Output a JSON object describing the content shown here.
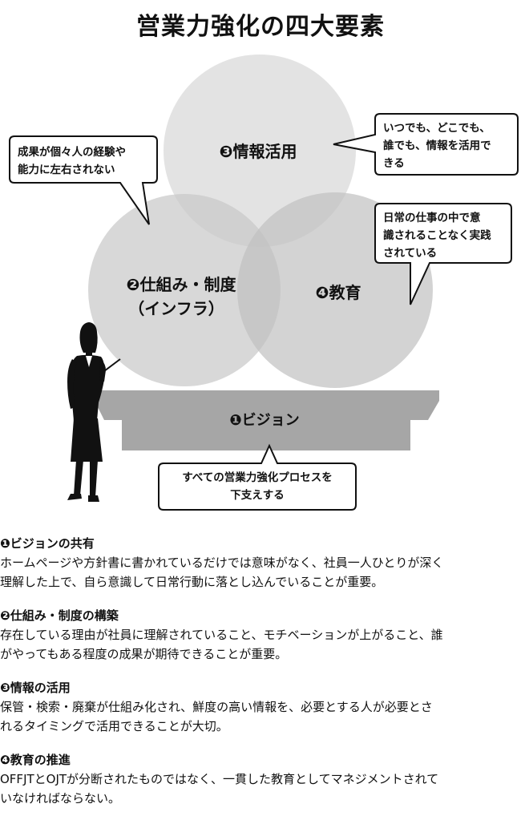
{
  "title": "営業力強化の四大要素",
  "elements": {
    "vision": "❶ビジョン",
    "system_line1": "❷仕組み・制度",
    "system_line2": "（インフラ）",
    "info": "❸情報活用",
    "education": "❹教育"
  },
  "callouts": {
    "left": [
      "成果が個々人の経験や",
      "能力に左右されない"
    ],
    "top_right": [
      "いつでも、どこでも、",
      "誰でも、情報を活用で",
      "きる"
    ],
    "mid_right": [
      "日常の仕事の中で意",
      "識されることなく実践",
      "されている"
    ],
    "bottom": [
      "すべての営業力強化プロセスを",
      "下支えする"
    ]
  },
  "sections": [
    {
      "heading": "❶ビジョンの共有",
      "lines": [
        "ホームページや方針書に書かれているだけでは意味がなく、社員一人ひとりが深く",
        "理解した上で、自ら意識して日常行動に落とし込んでいることが重要。"
      ]
    },
    {
      "heading": "❷仕組み・制度の構築",
      "lines": [
        "存在している理由が社員に理解されていること、モチベーションが上がること、誰",
        "がやってもある程度の成果が期待できることが重要。"
      ]
    },
    {
      "heading": "❸情報の活用",
      "lines": [
        "保管・検索・廃棄が仕組み化され、鮮度の高い情報を、必要とする人が必要とさ",
        "れるタイミングで活用できることが大切。"
      ]
    },
    {
      "heading": "❹教育の推進",
      "lines": [
        "OFFJTとOJTが分断されたものではなく、一貫した教育としてマネジメントされて",
        "いなければならない。"
      ]
    }
  ]
}
